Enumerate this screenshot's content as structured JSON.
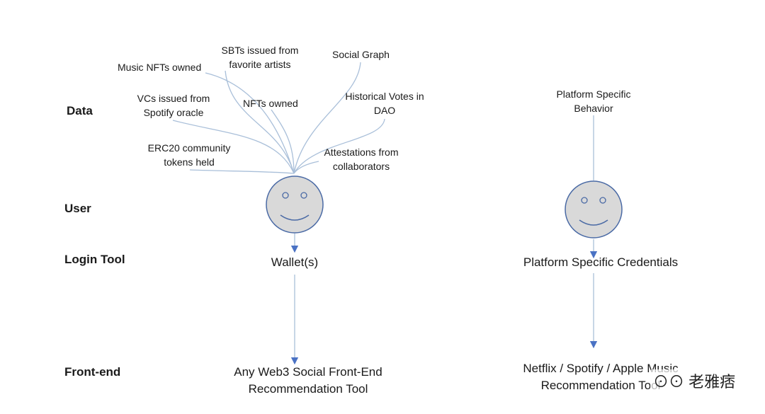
{
  "rows": {
    "data": "Data",
    "user": "User",
    "login_tool": "Login Tool",
    "front_end": "Front-end"
  },
  "web3": {
    "data_sources": {
      "music_nfts": "Music NFTs owned",
      "sbts_line1": "SBTs issued from",
      "sbts_line2": "favorite artists",
      "social_graph": "Social Graph",
      "vcs_line1": "VCs issued from",
      "vcs_line2": "Spotify oracle",
      "nfts_owned": "NFTs owned",
      "votes_line1": "Historical Votes in",
      "votes_line2": "DAO",
      "erc20_line1": "ERC20 community",
      "erc20_line2": "tokens held",
      "attest_line1": "Attestations from",
      "attest_line2": "collaborators"
    },
    "login": "Wallet(s)",
    "frontend_line1": "Any Web3 Social Front-End",
    "frontend_line2": "Recommendation Tool"
  },
  "platform": {
    "data_line1": "Platform Specific",
    "data_line2": "Behavior",
    "login": "Platform Specific Credentials",
    "frontend_line1": "Netflix / Spotify / Apple Music",
    "frontend_line2": "Recommendation Tool"
  },
  "watermark": "老雅痞",
  "colors": {
    "face_fill": "#d9d9d9",
    "face_stroke": "#4a6aa5",
    "line": "#a9bfd9",
    "arrow": "#4a72c4"
  }
}
